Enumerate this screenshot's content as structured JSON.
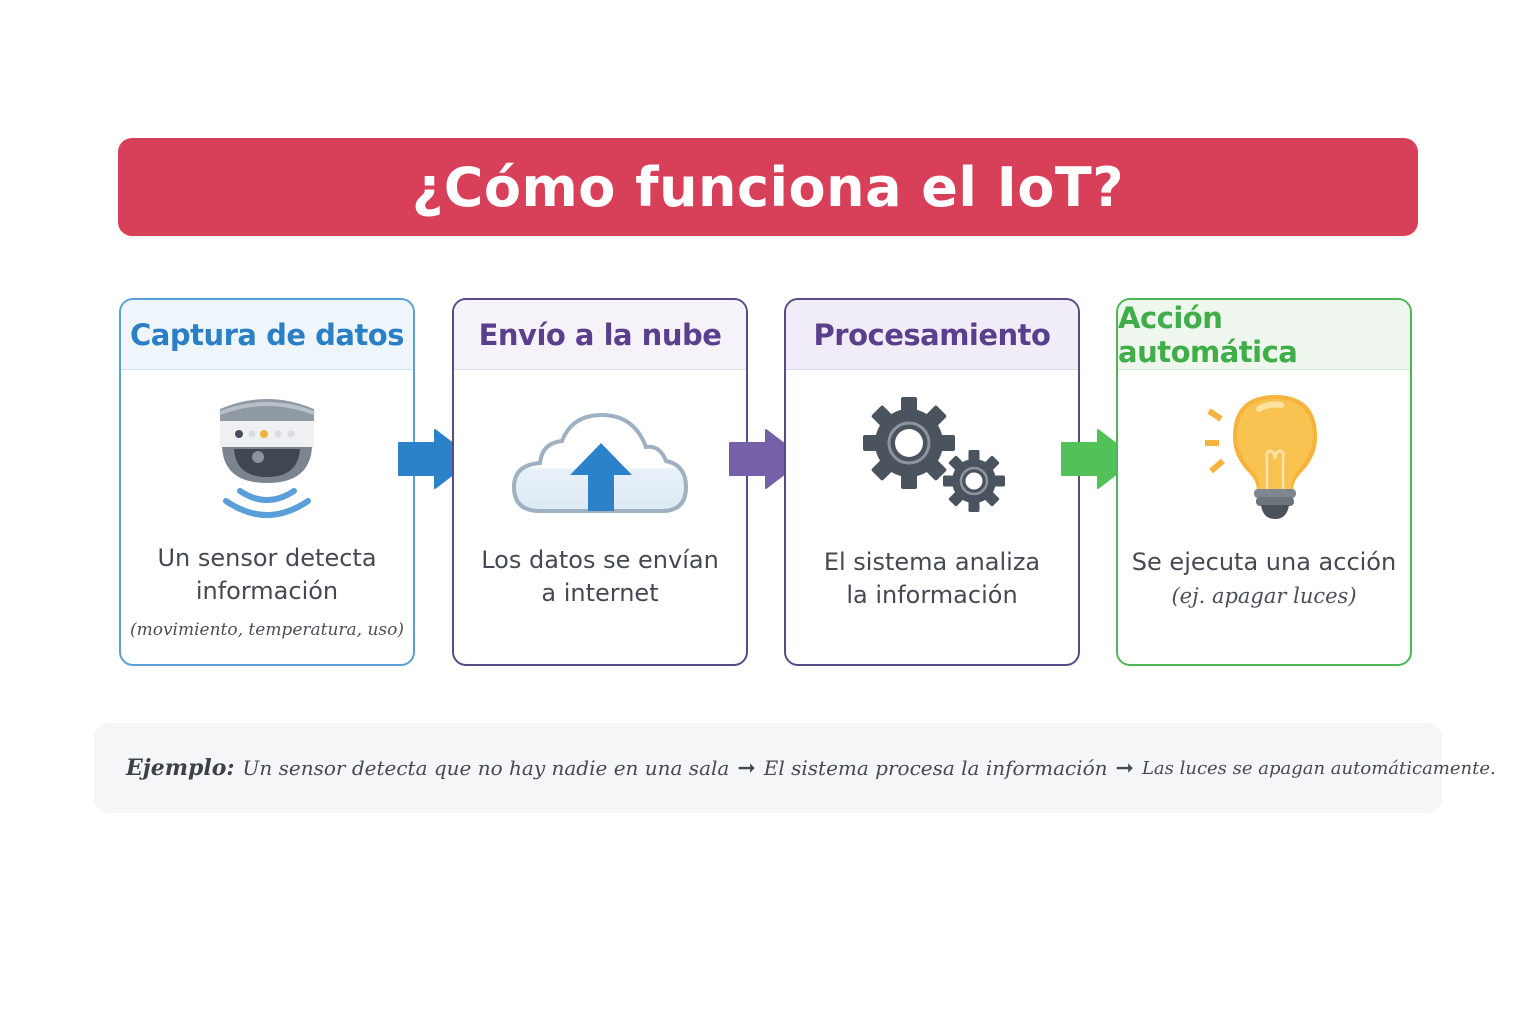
{
  "title": "¿Cómo funciona el IoT?",
  "colors": {
    "title_bg": "#d8405a",
    "step1": "#2b7fc4",
    "step2": "#5a3f8c",
    "step3": "#5a3f8c",
    "step4": "#3fae49",
    "arrow1": "#2c82c9",
    "arrow2": "#7561a8",
    "arrow3": "#53c15a"
  },
  "steps": [
    {
      "title": "Captura de datos",
      "icon": "security-camera-sensor-icon",
      "text_line1": "Un sensor detecta",
      "text_line2": "información",
      "note": "(movimiento, temperatura, uso)"
    },
    {
      "title": "Envío a la nube",
      "icon": "cloud-upload-icon",
      "text_line1": "Los datos se envían",
      "text_line2": "a internet"
    },
    {
      "title": "Procesamiento",
      "icon": "gears-icon",
      "text_line1": "El sistema analiza",
      "text_line2": "la información"
    },
    {
      "title": "Acción automática",
      "icon": "lightbulb-icon",
      "text_line1": "Se ejecuta una acción",
      "note": "(ej. apagar luces)"
    }
  ],
  "example": {
    "label": "Ejemplo:",
    "parts": [
      "Un sensor detecta que no hay nadie en una sala",
      "El sistema procesa la información",
      "Las luces se apagan automáticamente."
    ],
    "separator": "➞"
  }
}
